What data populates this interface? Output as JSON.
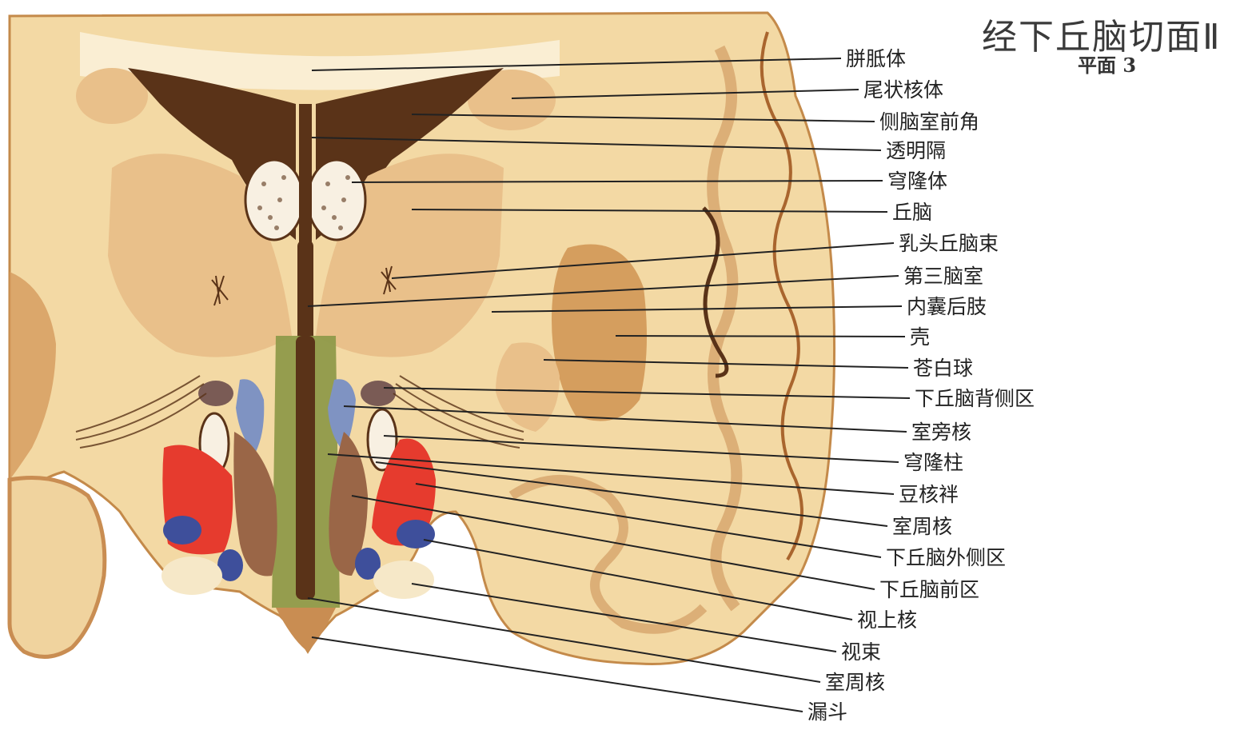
{
  "title": "经下丘脑切面Ⅱ",
  "subtitle": "平面 3",
  "labels": [
    {
      "text": "胼胝体"
    },
    {
      "text": "尾状核体"
    },
    {
      "text": "侧脑室前角"
    },
    {
      "text": "透明隔"
    },
    {
      "text": "穹隆体"
    },
    {
      "text": "丘脑"
    },
    {
      "text": "乳头丘脑束"
    },
    {
      "text": "第三脑室"
    },
    {
      "text": "内囊后肢"
    },
    {
      "text": "壳"
    },
    {
      "text": "苍白球"
    },
    {
      "text": "下丘脑背侧区"
    },
    {
      "text": "室旁核"
    },
    {
      "text": "穹隆柱"
    },
    {
      "text": "豆核袢"
    },
    {
      "text": "室周核"
    },
    {
      "text": "下丘脑外侧区"
    },
    {
      "text": "下丘脑前区"
    },
    {
      "text": "视上核"
    },
    {
      "text": "视束"
    },
    {
      "text": "室周核"
    },
    {
      "text": "漏斗"
    }
  ],
  "colors": {
    "background": "#ffffff",
    "parenchyma": "#f3d9a4",
    "gray_matter": "#e7bd85",
    "ventricle": "#5a3318",
    "paraventricular_nucleus": "#7f93c2",
    "dorsal_hypothalamic_area": "#7a5b55",
    "lateral_hypothalamic_area": "#e63b2e",
    "suprachiasmatic_blue": "#3e4f9b",
    "periventricular_nucleus": "#8f9a4a",
    "medial_brown": "#9a6647",
    "leader_line": "#222222"
  }
}
